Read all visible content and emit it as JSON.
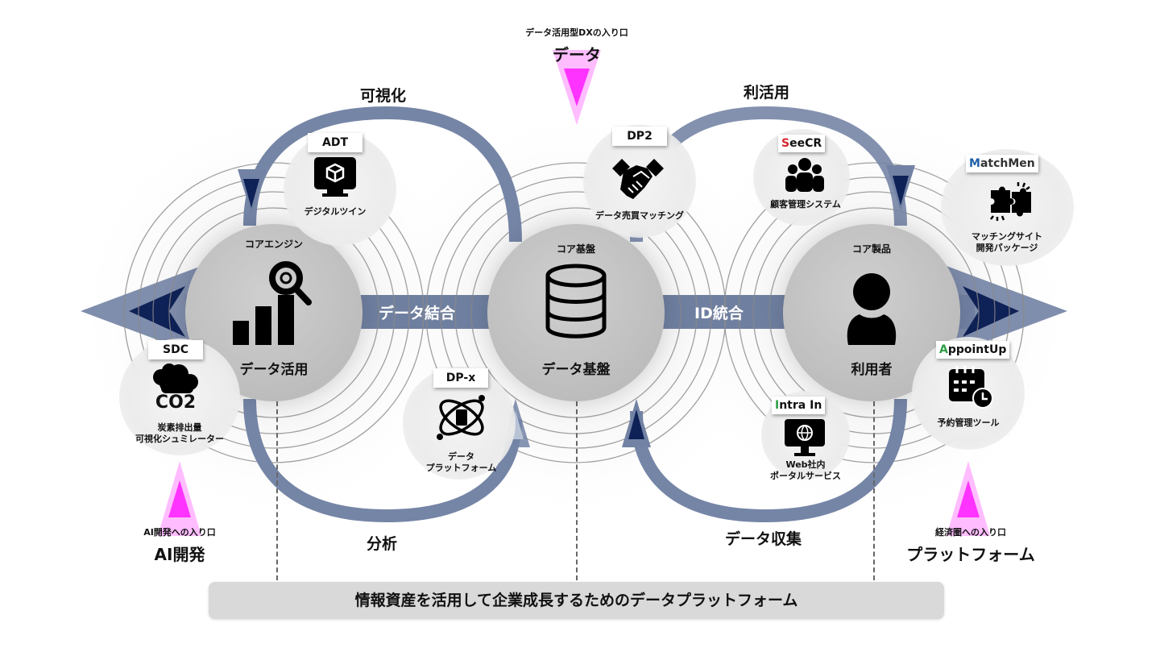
{
  "colors": {
    "band": "#6f7fa0",
    "arc": "#7585a6",
    "arrow_dark": "#0f2257",
    "arrow_light": "#7282a4",
    "entry_magenta": "#ff33ff",
    "entry_pink": "#ffbdff",
    "core_fill": "#c0c0c0",
    "footer_fill": "#d9d9d9",
    "seecr_red": "#d7262e",
    "green": "#2e9e44",
    "matchmen_blue": "#1e5fa8"
  },
  "top_entry": {
    "small": "データ活用型DXの入り口",
    "big": "データ"
  },
  "left_entry": {
    "small": "AI開発への入り口",
    "big": "AI開発"
  },
  "right_entry": {
    "small": "経済圏への入り口",
    "big": "プラットフォーム"
  },
  "flow_labels": {
    "visualize": "可視化",
    "utilize": "利活用",
    "analyze": "分析",
    "collect": "データ収集"
  },
  "bands": {
    "left": "データ結合",
    "right": "ID統合"
  },
  "cores": [
    {
      "id": "engine",
      "sub": "コアエンジン",
      "title": "データ活用",
      "icon": "chart-search-icon"
    },
    {
      "id": "platform",
      "sub": "コア基盤",
      "title": "データ基盤",
      "icon": "database-icon"
    },
    {
      "id": "product",
      "sub": "コア製品",
      "title": "利用者",
      "icon": "user-icon"
    }
  ],
  "satellites": {
    "adt": {
      "badge": "ADT",
      "label": "デジタルツイン",
      "icon": "monitor-cube-icon"
    },
    "dp2": {
      "badge": "DP2",
      "label": "データ売買マッチング",
      "icon": "handshake-icon"
    },
    "seecr": {
      "badge_mark": "S",
      "badge_text": "eeCR",
      "label": "顧客管理システム",
      "icon": "group-icon"
    },
    "matchmen": {
      "badge_mark": "M",
      "badge_text": "atchMen",
      "label_line1": "マッチングサイト",
      "label_line2": "開発パッケージ",
      "icon": "puzzle-icon"
    },
    "appointup": {
      "badge_mark": "A",
      "badge_text": "ppointUp",
      "label": "予約管理ツール",
      "icon": "calendar-clock-icon"
    },
    "intrain": {
      "badge_mark": "I",
      "badge_text": "ntra In",
      "label_line1": "Web社内",
      "label_line2": "ポータルサービス",
      "icon": "monitor-globe-icon"
    },
    "dpx": {
      "badge": "DP-x",
      "label_line1": "データ",
      "label_line2": "プラットフォーム",
      "icon": "atom-chip-icon"
    },
    "sdc": {
      "badge": "SDC",
      "co2": "CO2",
      "label_line1": "炭素排出量",
      "label_line2": "可視化シュミレーター",
      "icon": "cloud-co2-icon"
    }
  },
  "footer": {
    "text": "情報資産を活用して企業成長するためのデータプラットフォーム"
  }
}
